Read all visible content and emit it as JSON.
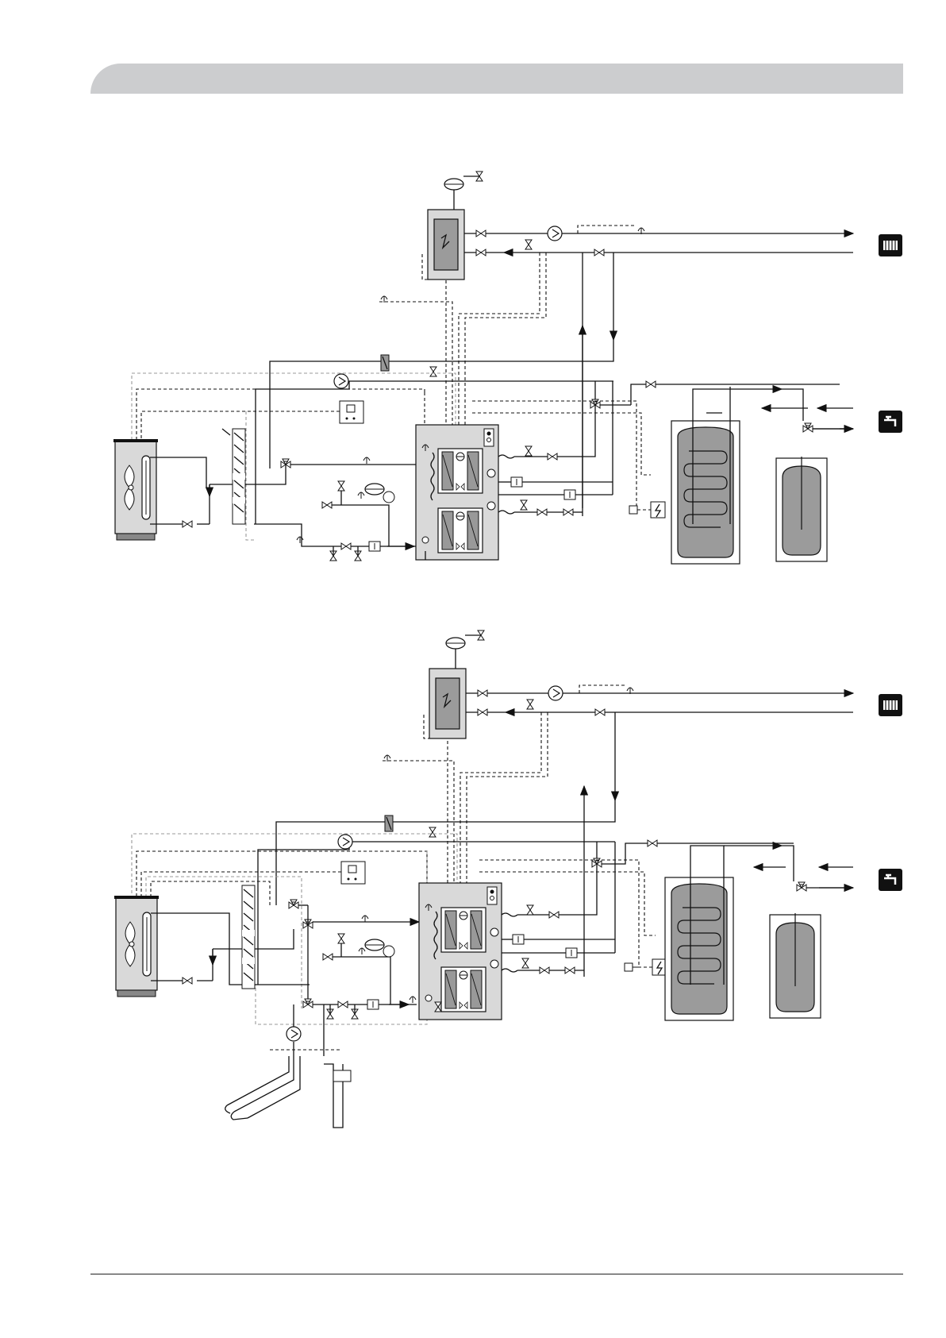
{
  "page": {
    "header_band_color": "#cccdcf"
  },
  "diagrams": [
    {
      "id": "system-diagram-1",
      "variant": "outdoor heat pump with indoor module, buffer and DHW tanks"
    },
    {
      "id": "system-diagram-2",
      "variant": "same system with additional ground loop and borehole"
    }
  ],
  "icons": [
    "radiator-icon",
    "tap-icon",
    "pump-icon",
    "valve-icon",
    "three-way-valve-icon",
    "thermostat-icon",
    "expansion-vessel-icon",
    "heat-exchanger-icon",
    "fan-icon",
    "filter-icon",
    "immersion-heater-icon"
  ]
}
